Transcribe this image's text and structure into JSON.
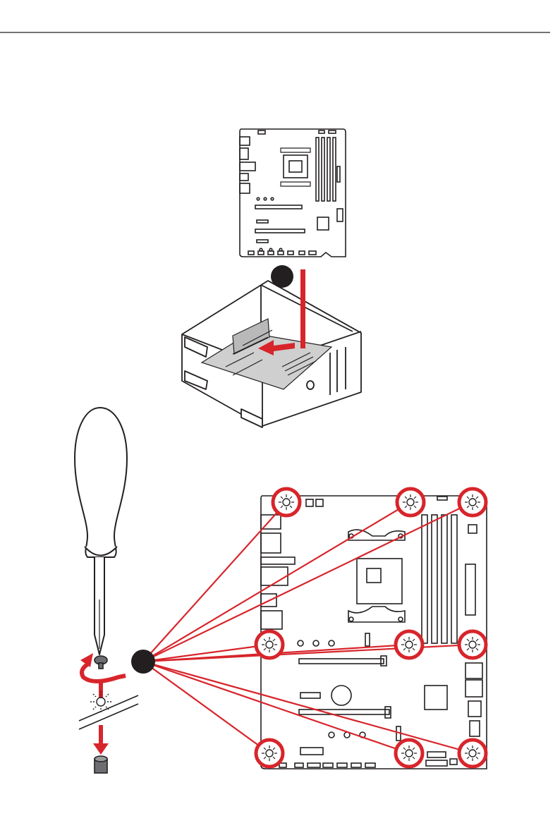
{
  "page": {
    "header_rule_visible": true
  },
  "colors": {
    "accent_red": "#d7252b",
    "outline": "#231f20",
    "step_badge": "#231f20",
    "board_fill": "#cfcfcf"
  },
  "steps": [
    {
      "icon": "install-motherboard-into-case-illustration",
      "label": ""
    },
    {
      "icon": "screw-motherboard-standoffs-illustration",
      "label": ""
    }
  ],
  "screw_positions": {
    "count": 9
  },
  "icons": [
    "motherboard-icon",
    "pc-case-icon",
    "screwdriver-icon",
    "screw-icon",
    "standoff-icon",
    "rotate-arrow-icon"
  ]
}
